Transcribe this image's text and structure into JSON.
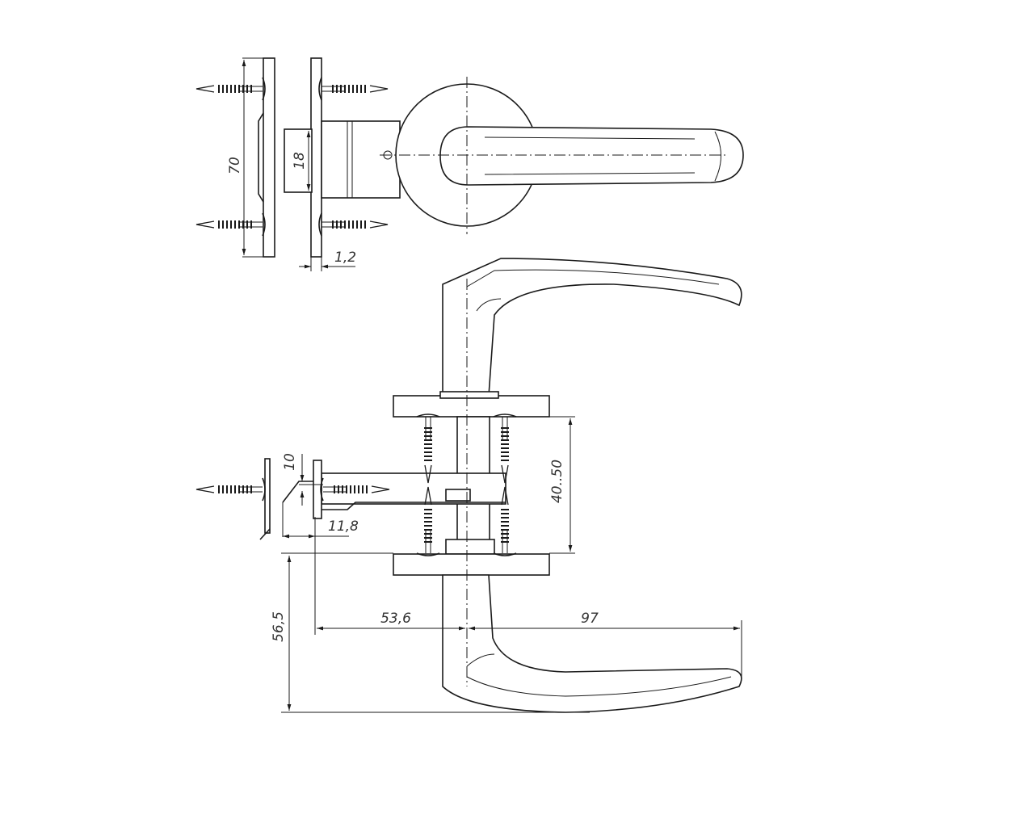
{
  "drawing": {
    "title": "Door lever handle set – technical drawing",
    "dimensions": {
      "strike_height": "70",
      "latch_width": "18",
      "plate_thickness": "1,2",
      "latch_throw": "10",
      "strike_offset": "11,8",
      "door_thickness": "40..50",
      "lever_height": "56,5",
      "backset": "53,6",
      "lever_length": "97"
    },
    "line_color": "#1a1a1a"
  }
}
